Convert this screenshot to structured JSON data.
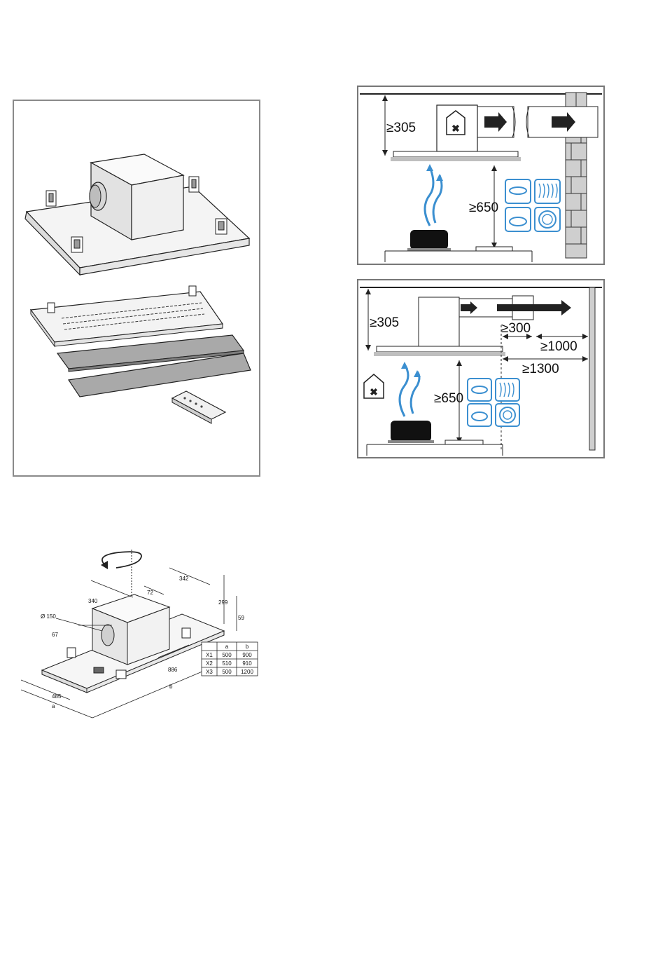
{
  "panel_parts": {
    "description_none": ""
  },
  "panel_duct_out": {
    "dim_top": "≥305",
    "dim_cooktop": "≥650"
  },
  "panel_recirc": {
    "dim_top": "≥305",
    "dim_side_gap": "≥300",
    "dim_wall_1": "≥1000",
    "dim_wall_2": "≥1300",
    "dim_cooktop": "≥650"
  },
  "dimensions": {
    "width_box": "342",
    "depth_box": "340",
    "offset": "72",
    "height": "299",
    "plate": "59",
    "diameter": "Ø 150",
    "pipe_height": "67",
    "length": "886",
    "depth": "485",
    "label_a": "a",
    "label_b": "b"
  },
  "size_table": {
    "headers": [
      "",
      "a",
      "b"
    ],
    "rows": [
      [
        "X1",
        "500",
        "900"
      ],
      [
        "X2",
        "510",
        "910"
      ],
      [
        "X3",
        "500",
        "1200"
      ]
    ]
  },
  "colors": {
    "accent_blue": "#3b8fd0",
    "frame_gray": "#777777",
    "brick": "#c9c9c9"
  }
}
